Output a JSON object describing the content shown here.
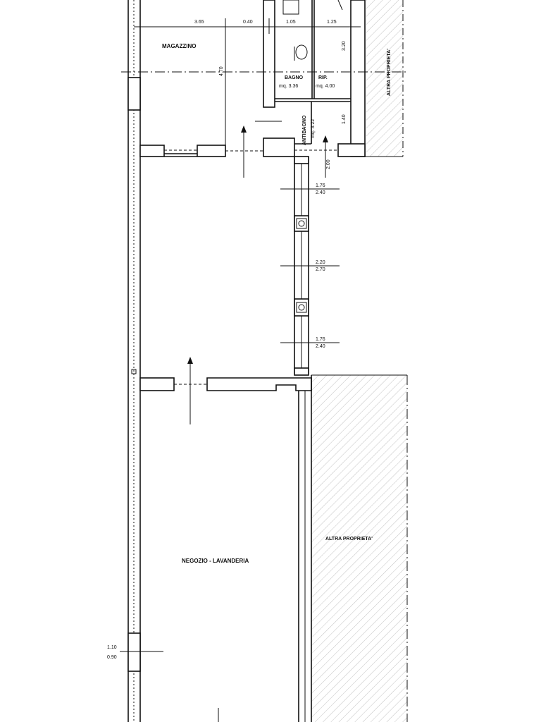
{
  "rooms": {
    "magazzino": "MAGAZZINO",
    "bagno": "BAGNO",
    "bagno_area": "mq. 3.36",
    "rip": "RIP.",
    "rip_area": "mq. 4.00",
    "antibagno": "ANTIBAGNO",
    "antibagno_area": "mq. 3.22",
    "negozio": "NEGOZIO - LAVANDERIA",
    "altra_top": "ALTRA PROPRIETA'",
    "altra_mid": "ALTRA PROPRIETA'"
  },
  "dims": {
    "d_365": "3.65",
    "d_040": "0.40",
    "d_105": "1.05",
    "d_125": "1.25",
    "d_320": "3.20",
    "d_470": "4.70",
    "d_140": "1.40",
    "d_200": "2.00",
    "w1_top": "1.76",
    "w1_bot": "2.40",
    "w2_top": "2.20",
    "w2_bot": "2.70",
    "w3_top": "1.76",
    "w3_bot": "2.40",
    "w4_top": "1.10",
    "w4_bot": "0.90"
  },
  "colors": {
    "line": "#111111",
    "paper": "#ffffff"
  }
}
